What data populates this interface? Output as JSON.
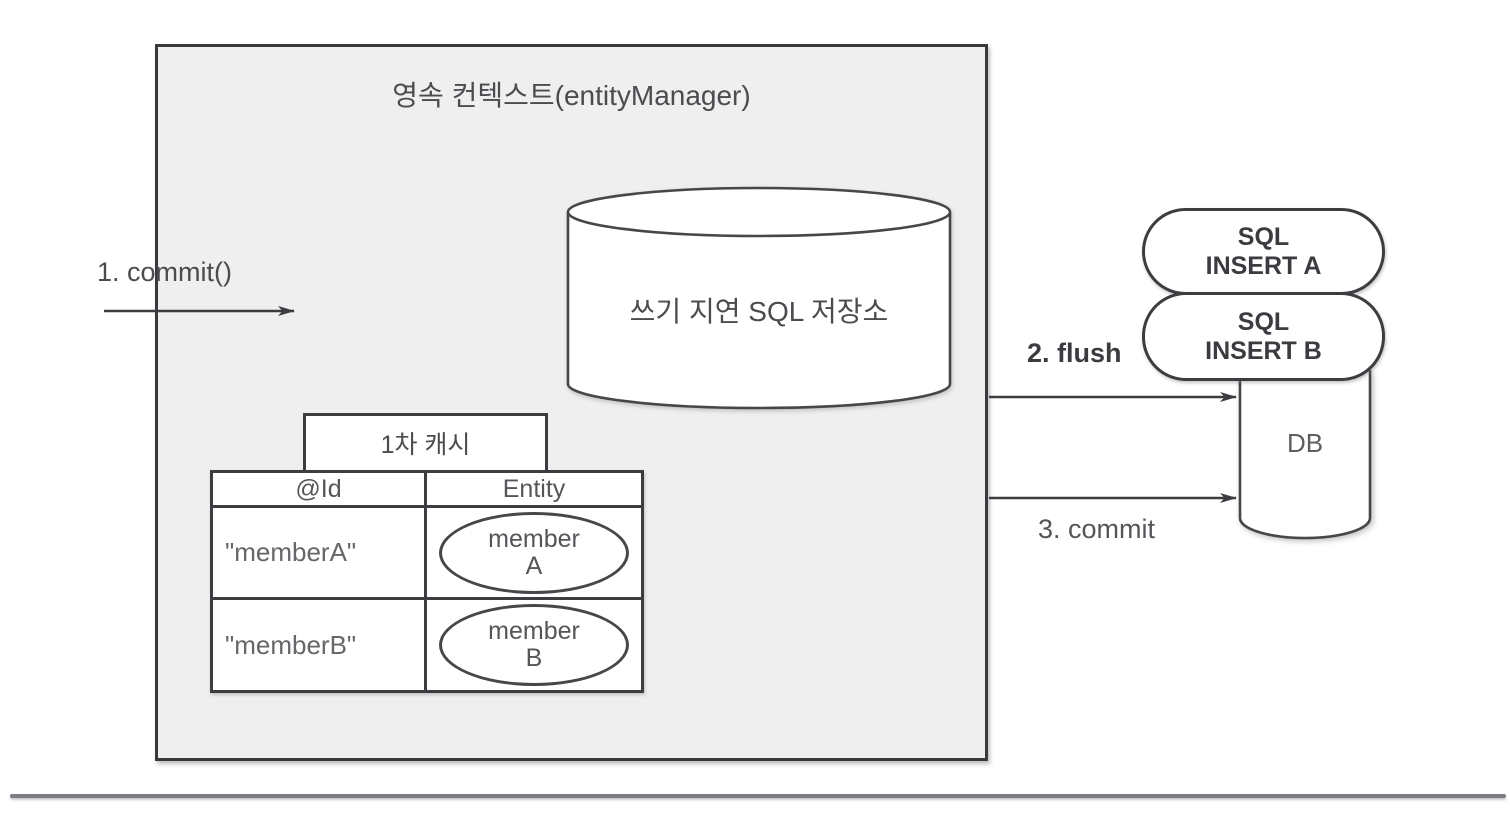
{
  "context": {
    "title": "영속 컨텍스트(entityManager)"
  },
  "store": {
    "label": "쓰기 지연 SQL 저장소"
  },
  "cache": {
    "tab": "1차 캐시",
    "columns": {
      "id": "@Id",
      "entity": "Entity"
    },
    "rows": [
      {
        "id": "\"memberA\"",
        "entity_line1": "member",
        "entity_line2": "A"
      },
      {
        "id": "\"memberB\"",
        "entity_line1": "member",
        "entity_line2": "B"
      }
    ]
  },
  "flow_labels": {
    "step1": "1. commit()",
    "step2": "2. flush",
    "step3": "3. commit"
  },
  "sql_boxes": [
    {
      "line1": "SQL",
      "line2": "INSERT A"
    },
    {
      "line1": "SQL",
      "line2": "INSERT B"
    }
  ],
  "db": {
    "label": "DB"
  },
  "colors": {
    "context_fill": "#efefef",
    "stroke": "#3c3c41",
    "text": "#4b4b50",
    "value_text": "#66666b",
    "rule": "#7c7c82"
  }
}
